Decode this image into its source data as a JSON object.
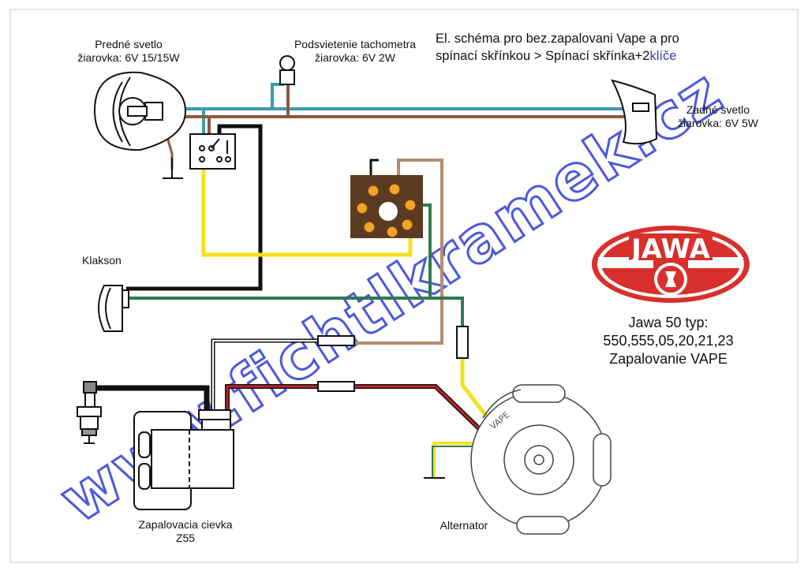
{
  "title": {
    "line1": "El. schéma pro bez.zapalovani Vape a pro",
    "line2_prefix": "spínací skřínkou  > Spínací skřínka+2",
    "line2_suffix": "klíče"
  },
  "components": {
    "headlight": {
      "name": "Predné svetlo",
      "bulb": "žiarovka: 6V 15/15W"
    },
    "speedo_light": {
      "name": "Podsvietenie tachometra",
      "bulb": "žiarovka: 6V 2W"
    },
    "tail_light": {
      "name": "Zadné svetlo",
      "bulb": "žiarovka: 6V 5W"
    },
    "horn": {
      "name": "Klakson"
    },
    "ignition_coil": {
      "name": "Zapalovacia cievka",
      "model": "Z55"
    },
    "alternator": {
      "name": "Alternator"
    }
  },
  "logo": {
    "text": "JAWA"
  },
  "model_info": {
    "line1": "Jawa 50 typ:",
    "line2": "550,555,05,20,21,23",
    "line3": "Zapalovanie VAPE"
  },
  "watermark": "www.fichtlkramek.cz",
  "colors": {
    "wire_blue": "#3c9cb0",
    "wire_brown": "#8a5a40",
    "wire_tan": "#b78b6e",
    "wire_black": "#111111",
    "wire_yellow": "#f2e21e",
    "wire_green": "#2e7a52",
    "wire_red": "#c0242a",
    "logo_red": "#d8302c",
    "watermark": "#2b3bd8"
  }
}
